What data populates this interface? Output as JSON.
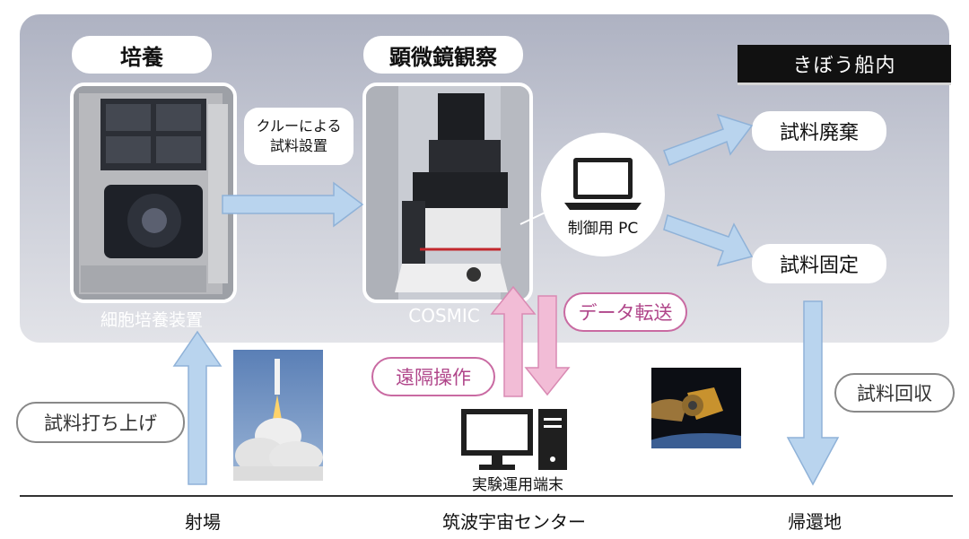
{
  "iss_label": "きぼう船内",
  "culture": {
    "title": "培養",
    "device_caption": "細胞培養装置"
  },
  "microscope": {
    "title": "顕微鏡観察",
    "device_caption": "COSMIC"
  },
  "crew_setup": {
    "line1": "クルーによる",
    "line2": "試料設置"
  },
  "control_pc": {
    "label": "制御用 PC"
  },
  "sample_disposal": "試料廃棄",
  "sample_fixation": "試料固定",
  "data_transfer": "データ転送",
  "remote_operation": "遠隔操作",
  "sample_launch": "試料打ち上げ",
  "sample_recovery": "試料回収",
  "terminal": {
    "label": "実験運用端末"
  },
  "ground": {
    "launch_site": "射場",
    "tsukuba_center": "筑波宇宙センター",
    "return_site": "帰還地"
  },
  "colors": {
    "blue_arrow": "#b9d4ee",
    "pink_arrow": "#f2bcd6",
    "pink_text": "#b0468a",
    "iss_panel": "#c0c3cf"
  }
}
